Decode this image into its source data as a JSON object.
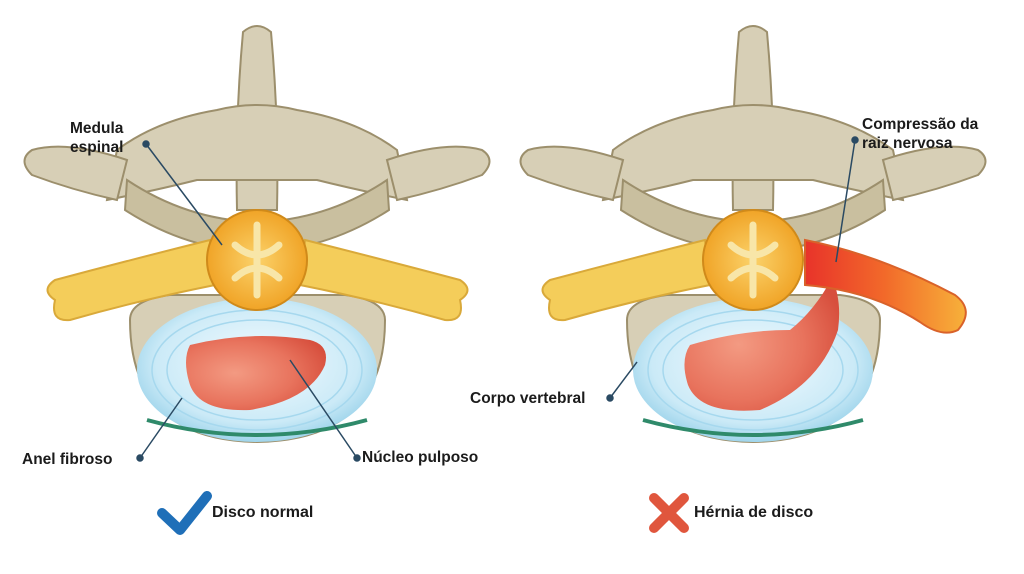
{
  "labels": {
    "medula": [
      "Medula",
      "espinal"
    ],
    "compressao": [
      "Compressão da",
      "raiz nervosa"
    ],
    "corpo_vertebral": "Corpo vertebral",
    "anel_fibroso": "Anel fibroso",
    "nucleo_pulposo": "Núcleo pulposo"
  },
  "legend": {
    "normal": {
      "icon": "checkmark-icon",
      "text": "Disco normal",
      "color": "#1f6fb8"
    },
    "hernia": {
      "icon": "cross-icon",
      "text": "Hérnia de disco",
      "color": "#e0563d"
    }
  },
  "colors": {
    "bone": "#d7cfb6",
    "bone_shadow": "#b9ae8f",
    "nerve": "#f4cd5a",
    "cord": "#f2ac2c",
    "disc_outer": "#bfe3f3",
    "disc_inner": "#e8f6fc",
    "nucleus": "#e86452",
    "inflamed": "#e8452a",
    "leader": "#2a4a63"
  }
}
